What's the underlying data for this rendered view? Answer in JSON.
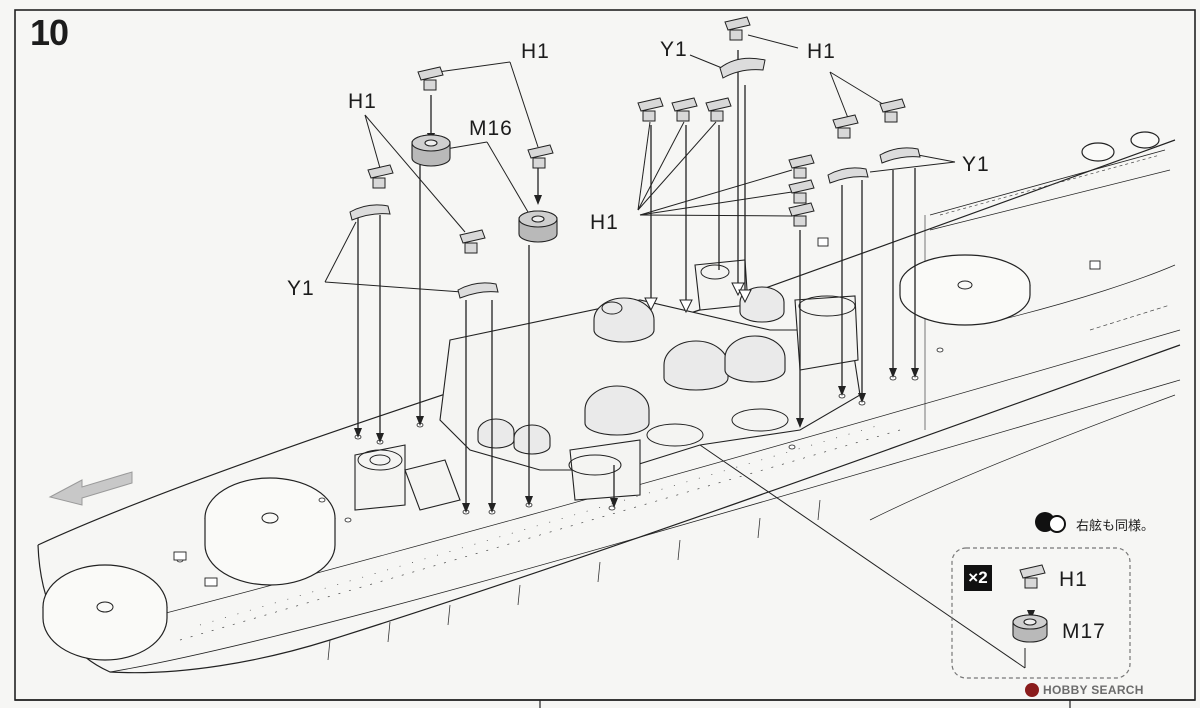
{
  "step": {
    "number": "10"
  },
  "labels": {
    "h1_a": "H1",
    "h1_b": "H1",
    "h1_c": "H1",
    "h1_d": "H1",
    "h1_inset": "H1",
    "y1_a": "Y1",
    "y1_b": "Y1",
    "y1_c": "Y1",
    "m16": "M16",
    "m17": "M17"
  },
  "note": {
    "mirror_text": "右舷も同様。"
  },
  "inset": {
    "quantity": "×2"
  },
  "watermark": {
    "text": "HOBBY SEARCH"
  },
  "colors": {
    "line": "#222222",
    "part_fill": "#b9b9b9",
    "arrow_fill": "#c8c8c8",
    "paper": "#f6f6f4"
  },
  "icons": [
    "mirror-side-icon",
    "direction-arrow-icon",
    "hobby-search-logo-icon"
  ]
}
